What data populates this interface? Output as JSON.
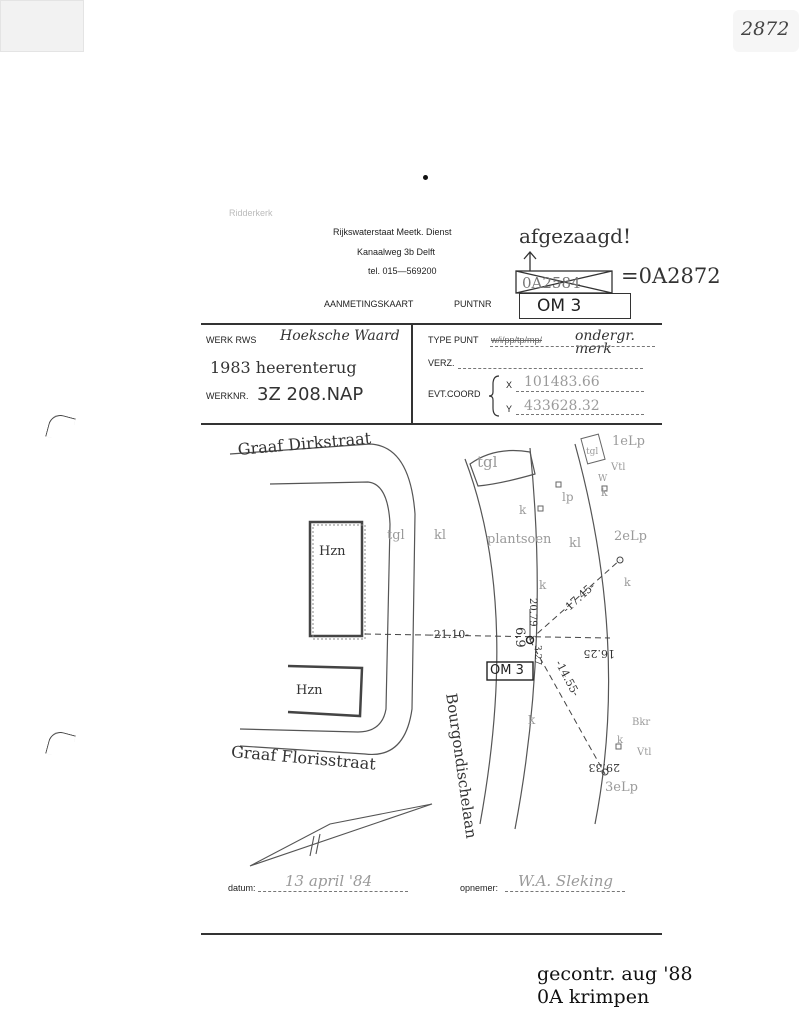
{
  "archive": {
    "number": "2872"
  },
  "form": {
    "stamp_place": "Ridderkerk",
    "org_line": "Rijkswaterstaat   Meetk. Dienst",
    "address_line": "Kanaalweg  3b  Delft",
    "phone_line": "tel. 015—569200",
    "title": "AANMETINGSKAART",
    "puntnr_label": "PUNTNR",
    "puntnr_value": "OM 3",
    "afgezaagd_note": "afgezaagd!",
    "old_point": "0A2584",
    "new_point": "=0A2872",
    "werk_label": "WERK  RWS",
    "werk_value": "Hoeksche Waard",
    "werk_line2": "1983  heerenterug",
    "werknr_label": "WERKNR.",
    "werknr_value": "3Z 208.NAP",
    "type_punt_label": "TYPE PUNT",
    "type_punt_struck": "w/i/pp/tp/mp/",
    "type_punt_value": "ondergr. merk",
    "verz_label": "VERZ.",
    "evt_coord_label": "EVT.COORD",
    "x_label": "X",
    "x_value": "101483.66",
    "y_label": "Y",
    "y_value": "433628.32",
    "datum_label": "datum:",
    "datum_value": "13 april '84",
    "opnemer_label": "opnemer:",
    "opnemer_value": "W.A. Sleking"
  },
  "sketch": {
    "street_top": "Graaf Dirkstraat",
    "street_bottom": "Graaf Florisstraat",
    "street_curved": "Bourgondischelaan",
    "house_1": "Hzn",
    "house_2": "Hzn",
    "tgl_left": "tgl",
    "kl_left": "kl",
    "plantsoen": "plantsoen",
    "kl_right": "kl",
    "tgl_island": "tgl",
    "lp": "lp",
    "lp1": "1eLp",
    "lp2": "2eLp",
    "lp3": "3eLp",
    "tgl_small": "tgl",
    "vtl_top": "Vtl",
    "vtl_bottom": "Vtl",
    "bkr": "Bkr",
    "w": "W",
    "k": "k",
    "point_label": "OM 3",
    "dist_21": "-21.10-",
    "dist_1745": "-17.45-",
    "dist_1625": "16.25",
    "dist_2079": "20.79",
    "dist_69": "6.9",
    "dist_327": "3.27",
    "dist_1455": "-14.55-",
    "dist_2933": "29.33"
  },
  "footer": {
    "check_line1": "gecontr. aug '88",
    "check_line2": "0A krimpen"
  }
}
